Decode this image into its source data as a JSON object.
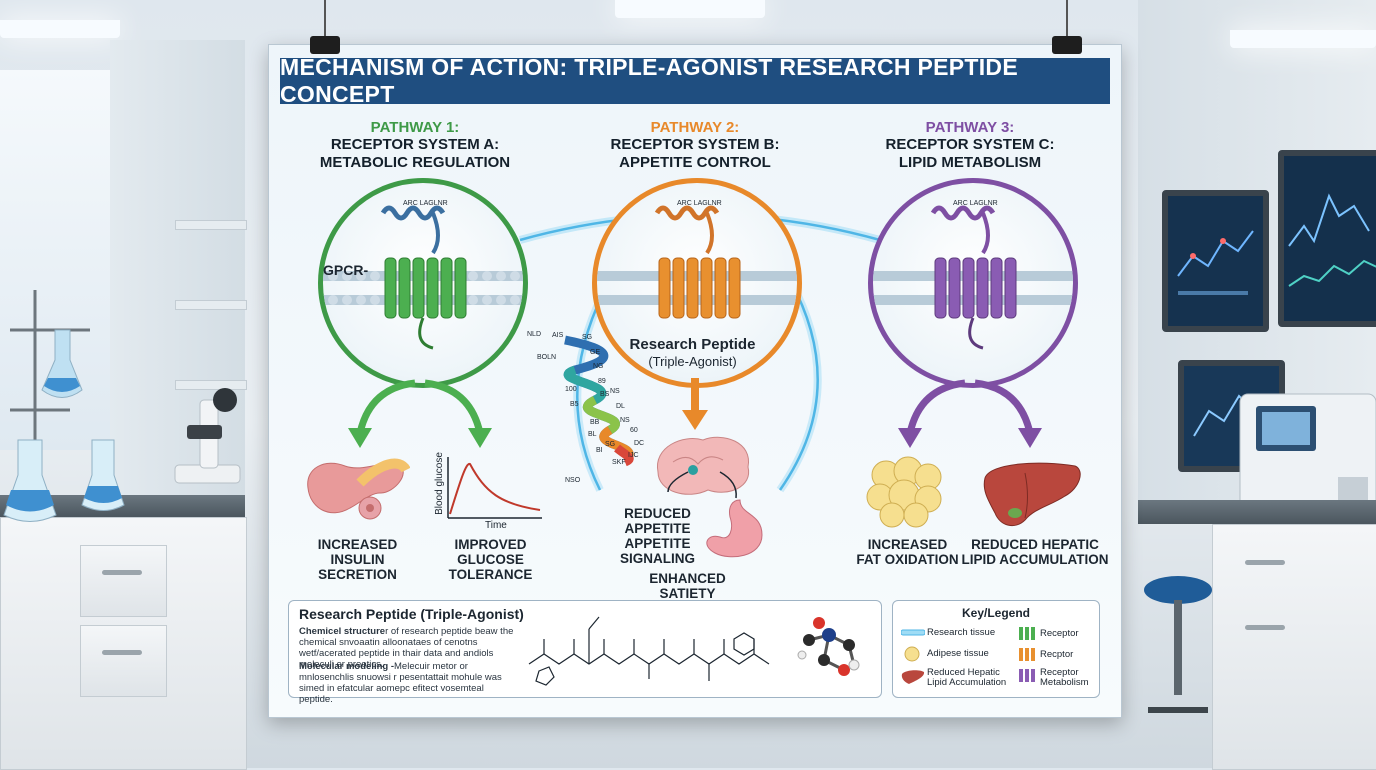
{
  "title": "MECHANISM OF ACTION: TRIPLE-AGONIST RESEARCH PEPTIDE CONCEPT",
  "pathways": [
    {
      "number": "PATHWAY 1:",
      "line1": "RECEPTOR SYSTEM A:",
      "line2": "METABOLIC REGULATION",
      "color": "#3e9a47",
      "receptor_label": "GPCR-",
      "helix_text": "ARC LAGLNR",
      "outcomes": [
        {
          "line1": "INCREASED",
          "line2": "INSULIN SECRETION"
        },
        {
          "line1": "IMPROVED",
          "line2": "GLUCOSE TOLERANCE"
        }
      ]
    },
    {
      "number": "PATHWAY 2:",
      "line1": "RECEPTOR SYSTEM B:",
      "line2": "APPETITE CONTROL",
      "color": "#e8892a",
      "helix_text": "ARC LAGLNR",
      "outcomes": [
        {
          "line1": "REDUCED",
          "line2": "APPETITE",
          "line3": "APPETITE",
          "line4": "SIGNALING"
        },
        {
          "line1": "ENHANCED SATIETY"
        }
      ]
    },
    {
      "number": "PATHWAY 3:",
      "line1": "RECEPTOR SYSTEM C:",
      "line2": "LIPID METABOLISM",
      "color": "#7e4fa3",
      "helix_text": "ARC LAGLNR",
      "outcomes": [
        {
          "line1": "INCREASED",
          "line2": "FAT OXIDATION"
        },
        {
          "line1": "REDUCED HEPATIC",
          "line2": "LIPID ACCUMULATION"
        }
      ]
    }
  ],
  "center_peptide": {
    "name": "Research Peptide",
    "sub": "(Triple-Agonist)"
  },
  "glucose_chart": {
    "ylabel": "Blood glucose",
    "xlabel": "Time"
  },
  "helix_labels": [
    "NLD",
    "AIS",
    "SG",
    "BOLN",
    "GE",
    "NG",
    "100",
    "89",
    "BS",
    "B5",
    "NS",
    "DL",
    "BB",
    "NS",
    "BL",
    "60",
    "SG",
    "DC",
    "BI",
    "IJC",
    "NSO",
    "SKF"
  ],
  "info_box": {
    "title": "Research Peptide (Triple-Agonist)",
    "p1_bold": "Chemicel structure",
    "p1_rest": "r of research peptide beaw the chemical snvoaatin alloonataes of cenotns wetf/acerated peptide in thair data and andiols moleculi er preotics.",
    "p2_bold": "Molecular modeling -",
    "p2_rest": "Melecuir metor or mnlosenchlis snuowsi r pesentattait mohule was simed in efatcular aomepc efitect vosemteal peptide."
  },
  "legend": {
    "title": "Key/Legend",
    "items": [
      "Research tissue",
      "Adipese tissue",
      "Reduced Hepatic Lipid Accumulation",
      "Receptor",
      "Recptor",
      "Receptor Metabolism"
    ]
  }
}
